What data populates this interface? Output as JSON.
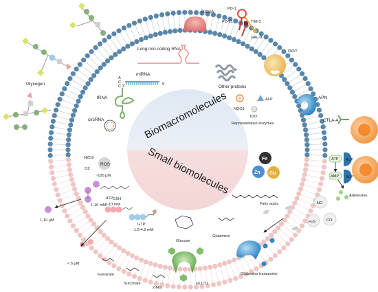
{
  "center": {
    "upper_title": "Biomacromolecules",
    "lower_title": "Small biomolecules"
  },
  "membrane_proteins": {
    "psma": "PSMA",
    "pd1": "PD-1",
    "pdl1": "PD-L1",
    "tim3": "TIM-3",
    "gal9": "GAL-9",
    "ggt": "GGT",
    "apn": "APN",
    "ctla4": "CTLA-4",
    "glut1": "GLUT1",
    "glutamine_transporter": "Glutamine transporter"
  },
  "macromolecules": {
    "lncrna": "Long non-coding RNA",
    "mirna": "miRNA",
    "mirna_5prime": "5'",
    "trna": "tRNA",
    "trna_acc_a": "A",
    "trna_acc_c": "C",
    "trna_acc_3": "C 3'",
    "circrna": "circRNA",
    "other_proteins": "Other proteins",
    "nqo1": "NQO1",
    "alp": "ALP",
    "ido": "IDO",
    "enzymes": "Representative enzymes",
    "glycogen": "Glycogen"
  },
  "small": {
    "h2o2": "H2O2",
    "o2minus": "O2⁻",
    "ros": "ROS",
    "ros_conc": "~100 μM",
    "gsh": "GSH",
    "gsh_conc": "1-10 mM",
    "gsh_ext": "1-10 μM",
    "atp": "ATP",
    "atp_conc": "1-10 mM",
    "gtp": "GTP",
    "gtp_conc": "1.5-4.5 mM",
    "glucose": "Glucose",
    "glutamine": "Glutamine",
    "fatty_acids": "Fatty acids",
    "fe": "Fe",
    "zn": "Zn",
    "cu": "Cu",
    "fumarate": "Fumarate",
    "fumarate_conc": "< 5 μM",
    "succinate": "Succinate",
    "hg2": "2-HG",
    "no": "NO",
    "h2s": "H₂S",
    "co": "CO",
    "adenosine": "Adenosine",
    "ext_atp": "ATP",
    "ext_amp": "AMP",
    "alp_a": "ALP",
    "alp_b": "ALP"
  },
  "colors": {
    "upper_membrane": "#5a86a8",
    "lower_membrane": "#eec6c4",
    "upper_fill": "#dfe8f3",
    "lower_fill": "#f6dcdc",
    "psma": "#e88a8a",
    "ggt": "#f2c56b",
    "apn": "#4a9ad0",
    "glut1": "#7fbf6a",
    "cell": "#f4a55a",
    "metal_fe": "#333333",
    "metal_zn": "#4e8fd1",
    "metal_cu": "#e2b13a"
  }
}
